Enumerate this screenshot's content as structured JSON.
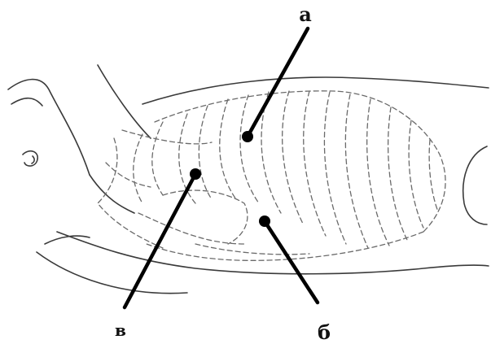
{
  "figure": {
    "callouts": [
      {
        "id": "a",
        "label": "а"
      },
      {
        "id": "b",
        "label": "б"
      },
      {
        "id": "v",
        "label": "в"
      }
    ]
  }
}
